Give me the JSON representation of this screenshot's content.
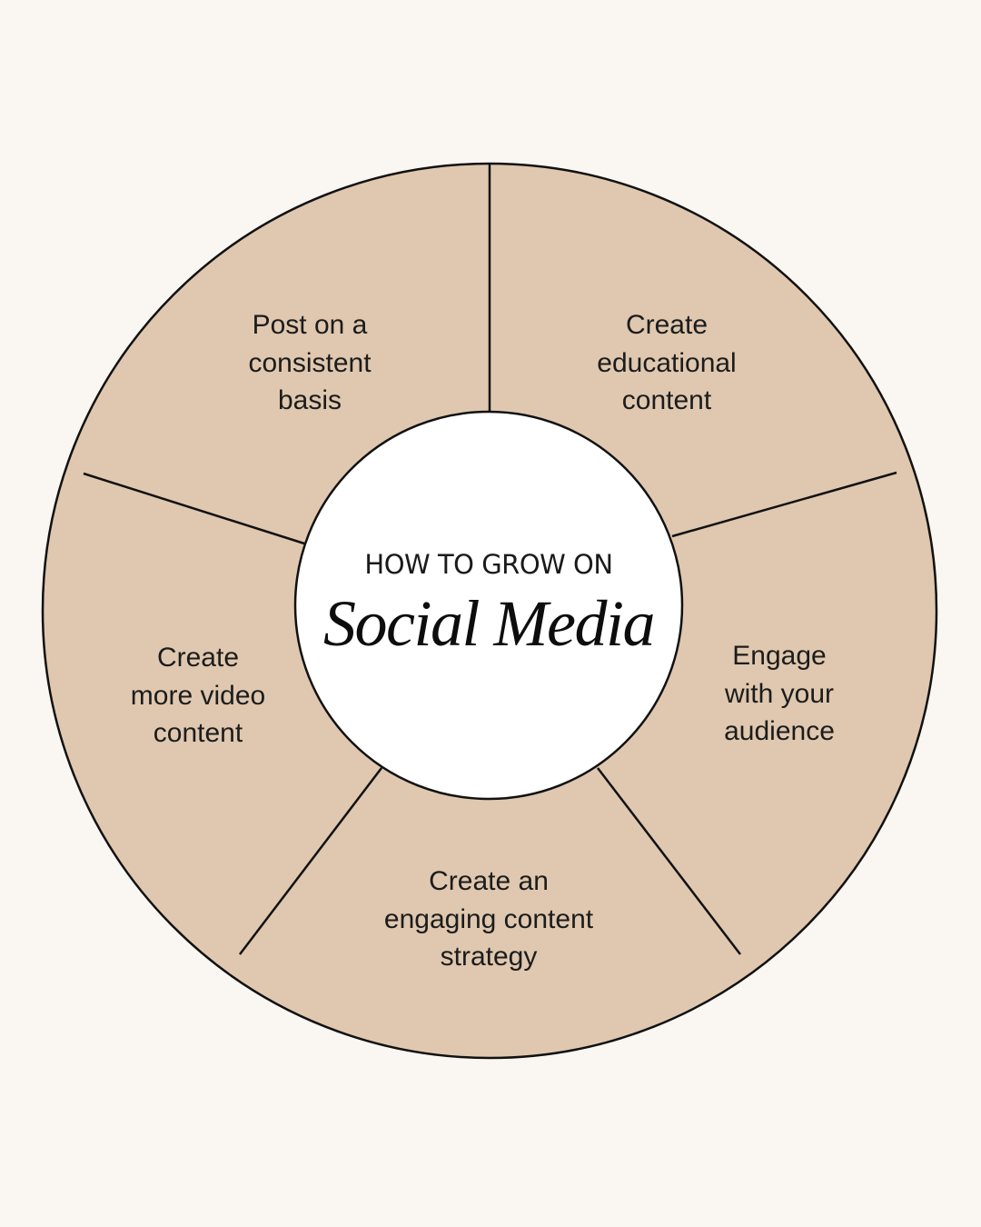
{
  "colors": {
    "background": "#faf6f1",
    "segment_fill": "#dfc8af",
    "center_fill": "#ffffff",
    "outline": "#111111"
  },
  "center": {
    "kicker": "HOW TO GROW ON",
    "title": "Social Media"
  },
  "segments": [
    {
      "lines": [
        "Post on a",
        "consistent",
        "basis"
      ]
    },
    {
      "lines": [
        "Create",
        "educational",
        "content"
      ]
    },
    {
      "lines": [
        "Engage",
        "with your",
        "audience"
      ]
    },
    {
      "lines": [
        "Create an",
        "engaging content",
        "strategy"
      ]
    },
    {
      "lines": [
        "Create",
        "more video",
        "content"
      ]
    }
  ]
}
